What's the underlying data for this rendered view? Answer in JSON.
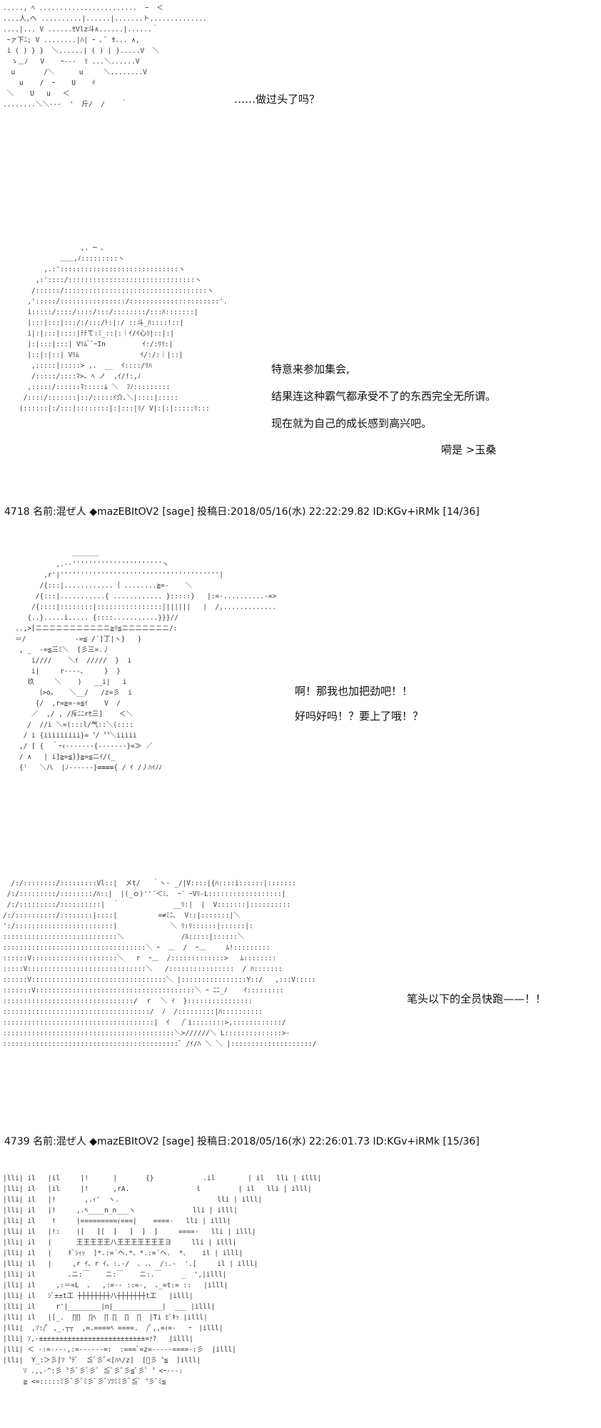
{
  "panels": [
    {
      "dialogue": [
        "……做过头了吗？"
      ],
      "art": "....., ﾍ ........................  ｰ  ＜\n....人,へ ..........|......|.......ト..............\n....|... V ......ｾVlz斗∧......|......｀\n ｰァ下ﾆ; V ........|ﾊ| ｰ ､ ﾞ ｾ... ∧,\n i ( ) } }  ＼......| ( ) | }.....V  ＼\n  ゝ＿ﾉ   V    ｰ---  ﾘ ...＼......V\n  u       /＼      u     ＼........V\n    u    /  ｰ    U    ｲ\n ＼    U   u   ＜\n........＼＼---  '  斤/  /    ｀"
    },
    {
      "dialogue": [
        "特意来参加集会,",
        "结果连这种霸气都承受不了的东西完全无所谓。",
        "现在就为自己的成长感到高兴吧。",
        "嗬是 >玉桑"
      ],
      "art": "                   ,. ─ ､\n              ＿＿,ﾉ:::::::::ヽ\n          ,.:':::::::::::::::::::::::::::::ヽ\n        ,:'::::/:::::::::::::::::::::::::::::::ヽ\n       /::::::/:::::::::::::::::::::::::::::::::::ヽ\n      ,':::::/::::::::::::::::/::::::::::::::::::::::'.\n      i:::::/::::/::::/:::/::::::::/:::ﾊ:::::::|\n      |:::|:::|:::/:/:::/ﾄ:|:/ ::斗_ﾊ::::!::|\n      i|:|:::|::::|ﾃﾃて:ﾐ_::|:｜ｲ/ｲ心ﾘ|::|:|\n      |:|:::|:::| VﾘﾑﾞﾞｰIn         ｲ:/:ﾘﾘ:|\n      |::|:|::| Vﾘﾑ               ｲ/:/:｜|::|\n       ,:::::|:::::> ,.  __  ｲ::::/ﾘﾊ\n       /:::::/::::ﾏ>､ ﾍ ノ  ,ｲ/!:,ﾉ\n      ,:::::/::::::ﾏ:::::ﾑ ＼  ﾌﾉ:::::::::\n     /::::/:::::::|::/:::::ｲ介､＼|::::|:::::\n    (::::::|:/:::|::::::::|:|:::|ﾘ/ V|:|:|:::::ﾘ:::",
      "header": "4718 名前:混ぜ人 ◆mazEBItOV2 [sage] 投稿日:2018/05/16(水) 22:22:29.82 ID:KGv+iRMk [14/36]"
    },
    {
      "dialogue": [
        "啊！那我也加把劲吧！！",
        "好吗好吗！？要上了哦！？"
      ],
      "art": "                 ＿＿＿＿\n             ,.-‐''''''''''''''''''''''ヽ\n          ,r'|'''''''''''''''''''''''''''''''''''''''|\n         /{:::|............｛ ........≧=-    ＼\n        /{:::|...........{ ............ }:::::}   |:=-..........-=>\n       /{::::|::::::::|::::::::::::::::|||||||   |  /,.............\n      {..}.....i..... {::::...........}}}//\n   ..,>[ニニニニニニニニニニニ≧ﾘ≦ニニニニニニニ/:\n   ＝/            -=≦ /´]丁|ヽ}   }\n    , _  -=≦三ﾐ＼  [彡三=.丿\n       i////    ＼ｲ  /////  }  i\n       i|     r----､     }  }\n      玖     ＼    )   __i|   i\n        ｛>o。   ＼__/   /z=彡  i\n        {/  ,r=≧=-=≦ｲ    V  /\n       ／  ,/ , /斥ﾆﾆrｾ三]    ＜＼\n      /  //i ＼=(:::l/气::＼(::::\n     / i {iiiiiiiii}=〝/〝〝＼iiiii\n    ,/ [ {  ｀ｰｨ-------{-------}=≫ ／\n    / ∧   | i]≧=≦}}≧=≦ニｲ/(_\n    {'   ＼八  |ﾉ------}≡≡≡≡{ / ｲ /丿ﾊｲﾉﾉ"
    },
    {
      "dialogue": [
        "笔头以下的全员快跑——！！"
      ],
      "art": "  /:/::::::::/:::::::::Vl::|  メt/   ｀ヽ- _/|V::::|{ﾊ::::i::::::|:::::::\n /:/:::::::::/::::::::/ﾊ::|  |(_ｏ)''´＜ﾐ､  ｰ´ ｰVﾘ-L::::::::::::::::::|\n /:/:::::::::/::::::::::|  ｀             __ﾘ:|  |  V:::::::|::::::::::\n/:/::::::::::/::::::::|::::|          =≠ﾐﾆ､  V::|:::::::|＼\n':/::::::::::::::::::::::::|             ＼ ﾘ:ﾘ::::::|::::::|:\n::::::::::::::::::::::::::::＼              /ﾙ:::::|::::::＼\n:::::::::::::::::::::::::::::::::::＼ ｰ  ＿  /  ｰ＿     ﾑ!:::::::::\n::::::V:::::::::::::::::::::＼   r  ｰ＿  /:::::::::::::>   ﾑ::::::::\n:::::V:::::::::::::::::::::::::::::＼   /::::::::::::::::  / ﾊ:::::::\n::::::V:::::::::::::::::::::::::::::::::＼ |::::::::::::::::Y::/   ,:::V:::::\n:::::::V:::::::::::::::::::::::::::::::::::::::＼ ｰ ﾆﾆ_ﾉ    ｲ:::::::::\n::::::::::::::::::::::::::::::::/  ｒ  ＼ ｲ  }::::::::::::::::\n::::::::::::::::::::::::::::::::::::/  ﾉ  /:::::::::|ﾊ::::::::::\n:::::::::::::::::::::::::::::::::::::|  ｲ   /ﾞi::::::::>,::::::::::::/\n::::::::::::::::::::::::::::::::::::::::::＼>//////＼ L::::::::::::::>-\n:::::::::::::::::::::::::::::::::::::::::::ﾞ /ｲ/ﾊ ＼ ＼ |::::::::::::::::::::/",
      "header": "4739 名前:混ぜ人 ◆mazEBItOV2 [sage] 投稿日:2018/05/16(水) 22:26:01.73 ID:KGv+iRMk [15/36]"
    },
    {
      "dialogue": [],
      "art": "|lli| il   |il     |!      |       {}            .il        | il   lli | illl|\n|lli| il   |il     |!      ,rA.                ｌ         | il   lli | illl|\n|lli| il   |!       ,.ｨ'  ヽ.                        lli | illl|\n|lli| il   |!     ,.ﾍ____n_n___ヽ              lli | illl|\n|lli| il    !     |=========ｨ===|    ====-   lli | illl|\n|lli| il   |!:    |[   ][  ]   ]  ]  ]     ====-   lli | illl|\n|lli| il   |      王王王王王八王王王王王王王ヨ     lli | illl|\n|lli| il   |    ｷﾞｼｨｯ  ]*.:=´ヘ.*、*.:=´ヘ.  *、   il | illl|\n|lli| il   |     ,r ｲ、r ｲ、:.-/  、.､  /:.-  '.[     il | illl|\n|lli| il        ､ニ:￣    ニ:￣    ニ:.￣     _  ',|illl|\n|lli| il     ,:＝=L  、  ,:=-- ::=-,  ､_=t:= ::   |illl|\n|lli| il   ｼﾞ±±t工 ┼┼┼┼┼┼┼┼八┼┼┼┼┼┼┼t工   |illl|\n|lli| il     r'|________|n|____________|  ___ |illl|\n|lli| il   |[_.  ∏∏  ∏ﾍ  ∏ ∏  ∏  ∏  |Ti ﾋﾞｷｯ |illl|\n|lli|  ,ｿ:/ﾟ ,_.┬┬  ,=.====ﾍ ====.  /ﾞ,,=ｨ=-   ｰ　|illl|\n|lli| ｿ,-±±±±±±±±±±±±±±±±±±±±±±±±±±=ｧ?   |illl|\n|lli| ＜ -:=----,:=------=:  :===ﾞ=z=-----====-:彡  |illl|\n|lli|  Y_:＞彡[ｿ〝ﾃﾞ  ≦ﾞ彡ﾟ<[ﾊﾍ/z]  [ﾟ彡〝≦  ]illl|\n     ｿ .,,-^:彡〝彡ﾞ彡ﾞ彡ﾞ ≦ﾞ彡ﾟ彡≦ﾞ彡ﾟ〝 <ｰ---:\n     ≧ <=:::::ﾐ彡ﾞ彡ﾞﾐ彡ﾞ彡ﾞｿﾂﾐﾐ彡ﾞ≦ﾞ〝彡ﾞﾐ≦"
    }
  ]
}
